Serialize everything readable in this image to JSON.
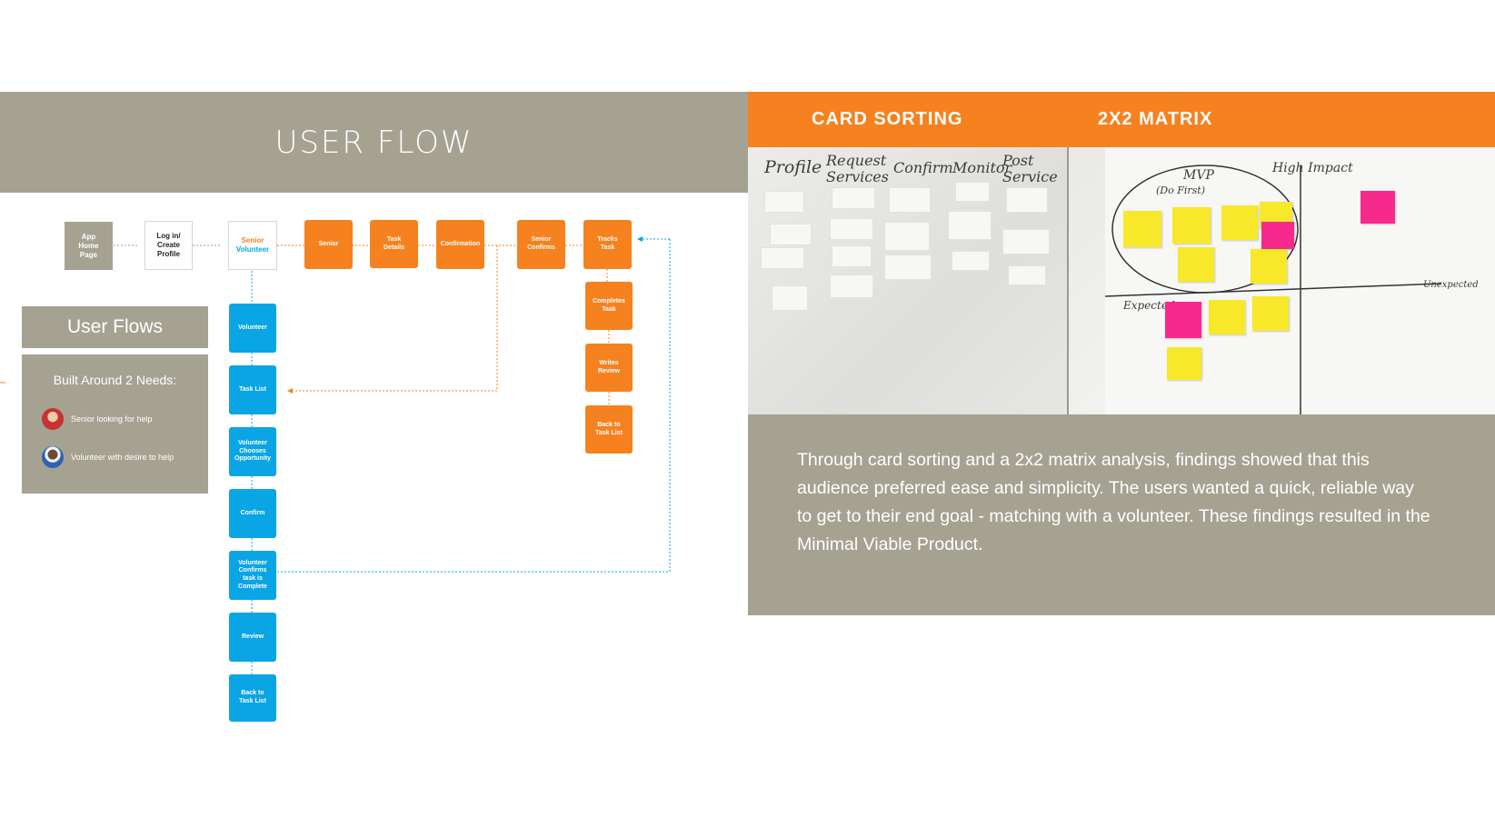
{
  "user_flow": {
    "title": "USER FLOW",
    "top_row": [
      "App\nHome\nPage",
      "Log in/\nCreate\nProfile"
    ],
    "role_node": {
      "senior": "Senior",
      "volunteer": "Volunteer"
    },
    "senior_row": [
      "Senior",
      "Task\nDetails",
      "Confirmation",
      "Senior\nConfirms",
      "Tracks\nTask"
    ],
    "senior_column": [
      "Completes\nTask",
      "Writes\nReview",
      "Back to\nTask List"
    ],
    "volunteer_column": [
      "Volunteer",
      "Task List",
      "Volunteer\nChooses\nOpportunity",
      "Confirm",
      "Volunteer\nConfirms\ntask is\nComplete",
      "Review",
      "Back to\nTask List"
    ]
  },
  "user_flows_card": {
    "title": "User Flows",
    "subtitle": "Built Around 2 Needs:",
    "needs": [
      "Senior looking for help",
      "Volunteer with desire to help"
    ]
  },
  "research": {
    "card_sorting_label": "CARD SORTING",
    "matrix_label": "2X2 MATRIX",
    "card_sort_columns": [
      "Profile",
      "Request\nServices",
      "Confirm",
      "Monitor",
      "Post\nService"
    ],
    "matrix_labels": {
      "top": "High Impact",
      "mvp": "MVP",
      "do_first": "(Do First)",
      "expected": "Expected",
      "unexpected": "Unexpected"
    },
    "description": "Through card sorting and a 2x2 matrix analysis, findings showed that this audience preferred ease and simplicity. The users wanted a quick, reliable way to  get to their end goal - matching with a volunteer. These findings resulted in the Minimal Viable Product."
  },
  "colors": {
    "accent_orange": "#f5821f",
    "accent_blue": "#0aa5e4",
    "neutral_band": "#a5a292",
    "sticky_yellow": "#f7e92a",
    "sticky_pink": "#f52a8c"
  }
}
